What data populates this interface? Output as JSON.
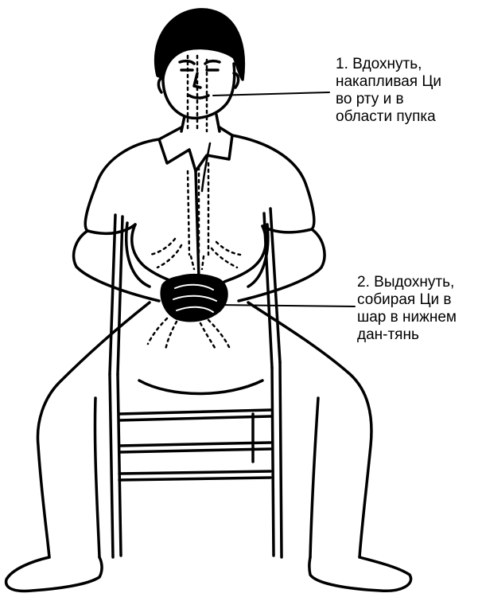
{
  "colors": {
    "ink": "#000000",
    "paper": "#ffffff"
  },
  "annotations": [
    {
      "number": "1.",
      "lines": [
        "Вдохнуть,",
        "накапливая Ци",
        "во рту и в",
        "области пупка"
      ]
    },
    {
      "number": "2.",
      "lines": [
        "Выдохнуть,",
        "собирая Ци в",
        "шар в нижнем",
        "дан-тянь"
      ]
    }
  ]
}
